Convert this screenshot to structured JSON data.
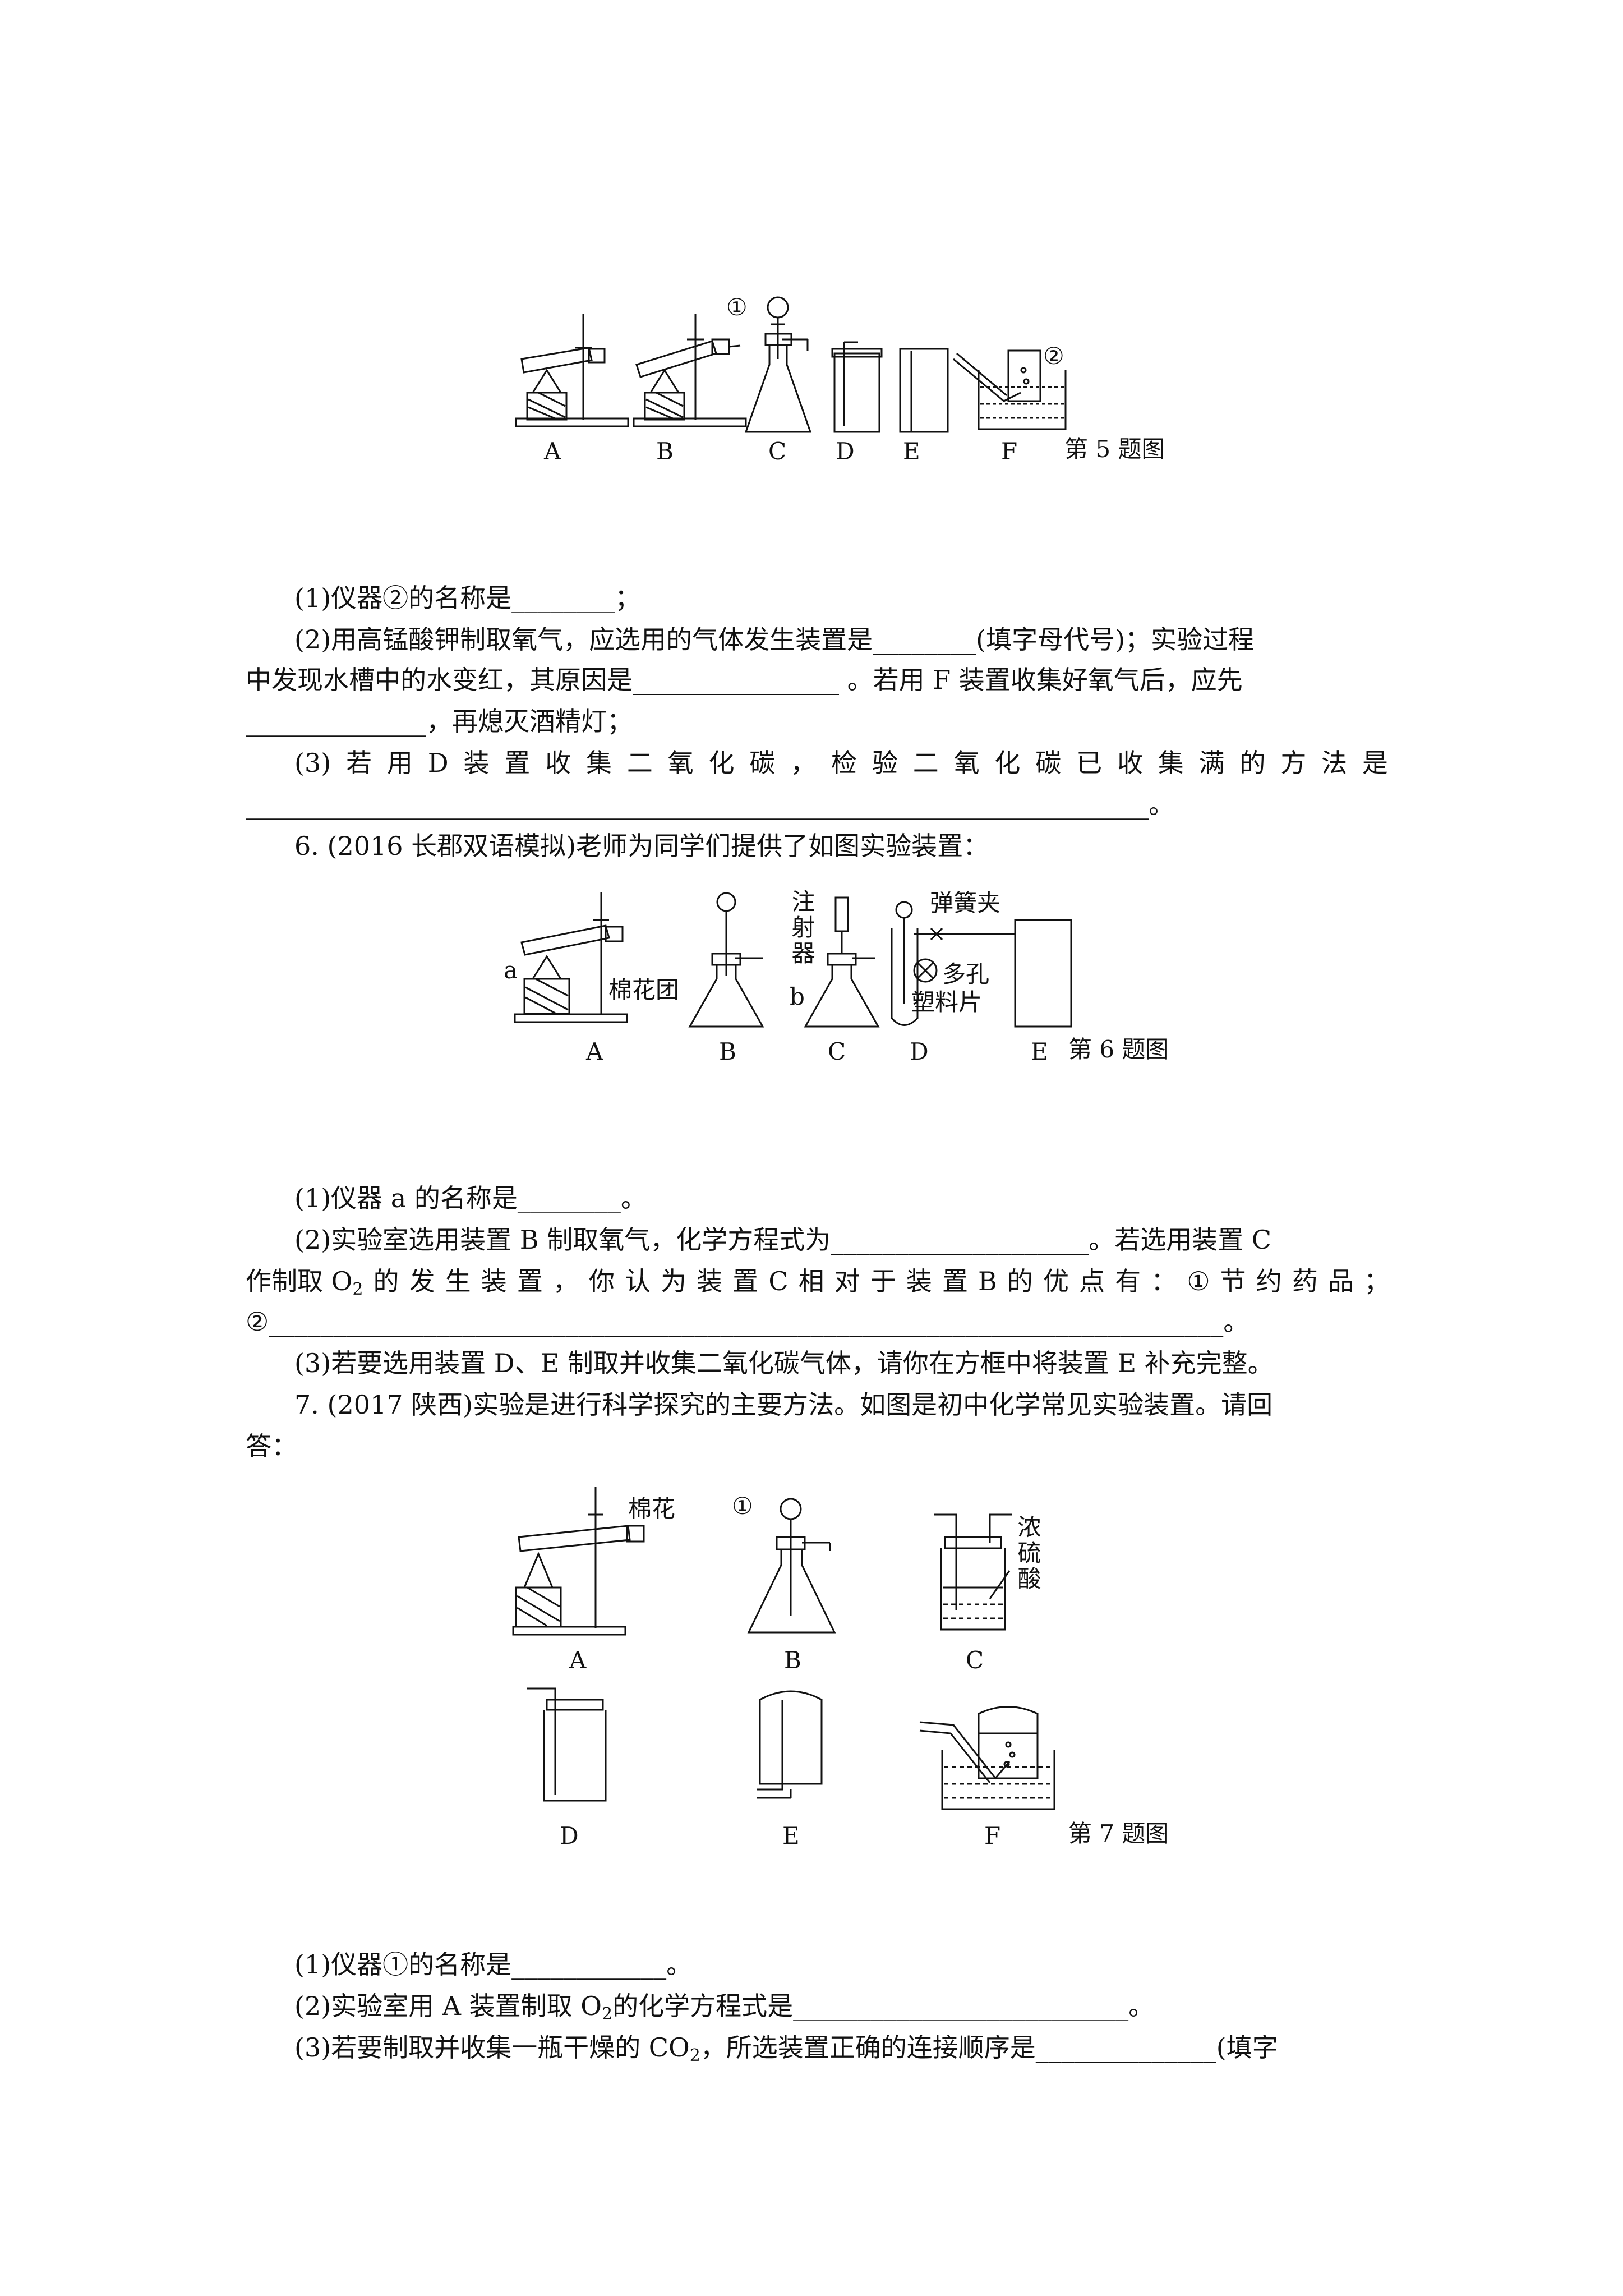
{
  "figure5": {
    "labels": [
      "A",
      "B",
      "C",
      "D",
      "E",
      "F"
    ],
    "marker1": "①",
    "marker2": "②",
    "caption": "第 5 题图"
  },
  "q5": {
    "l1": "(1)仪器②的名称是________；",
    "l2": "(2)用高锰酸钾制取氧气，应选用的气体发生装置是________(填字母代号)；实验过程",
    "l3": "中发现水槽中的水变红，其原因是________________ 。若用 F 装置收集好氧气后，应先",
    "l4": "______________，再熄灭酒精灯；",
    "l5_tokens": [
      "(3)",
      "若",
      "用",
      "D",
      "装",
      "置",
      "收",
      "集",
      "二",
      "氧",
      "化",
      "碳",
      "，",
      "检",
      "验",
      "二",
      "氧",
      "化",
      "碳",
      "已",
      "收",
      "集",
      "满",
      "的",
      "方",
      "法",
      "是"
    ],
    "l6": "______________________________________________________________________。"
  },
  "q6": {
    "intro": "6. (2016 长郡双语模拟)老师为同学们提供了如图实验装置：",
    "figure": {
      "labels": [
        "A",
        "B",
        "C",
        "D",
        "E"
      ],
      "label_a": "a",
      "label_b": "b",
      "cotton": "棉花团",
      "syringe": "注射器",
      "clip": "弹簧夹",
      "plate": "多孔",
      "plate2": "塑料片",
      "caption": "第 6 题图"
    },
    "l1": "(1)仪器 a 的名称是________。",
    "l2": "(2)实验室选用装置 B 制取氧气，化学方程式为____________________。若选用装置 C",
    "l3_tokens": [
      "作制取 O",
      "的",
      "发",
      "生",
      "装",
      "置",
      "，",
      "你",
      "认",
      "为",
      "装",
      "置",
      "C",
      "相",
      "对",
      "于",
      "装",
      "置",
      "B",
      "的",
      "优",
      "点",
      "有",
      "：",
      "①",
      "节",
      "约",
      "药",
      "品",
      "；"
    ],
    "l3_sub": "2",
    "l4": "②__________________________________________________________________________。",
    "l5": "(3)若要选用装置 D、E 制取并收集二氧化碳气体，请你在方框中将装置 E 补充完整。"
  },
  "q7": {
    "intro1": "7. (2017 陕西)实验是进行科学探究的主要方法。如图是初中化学常见实验装置。请回",
    "intro2": "答：",
    "figure": {
      "labels_top": [
        "A",
        "B",
        "C"
      ],
      "labels_bottom": [
        "D",
        "E",
        "F"
      ],
      "marker1": "①",
      "cotton": "棉花",
      "acid": "浓硫酸",
      "caption": "第 7 题图"
    },
    "l1": "(1)仪器①的名称是____________。",
    "l2a": "(2)实验室用 A 装置制取 O",
    "l2sub": "2",
    "l2b": "的化学方程式是__________________________。",
    "l3a": "(3)若要制取并收集一瓶干燥的 CO",
    "l3sub": "2",
    "l3b": "，所选装置正确的连接顺序是______________(填字"
  }
}
